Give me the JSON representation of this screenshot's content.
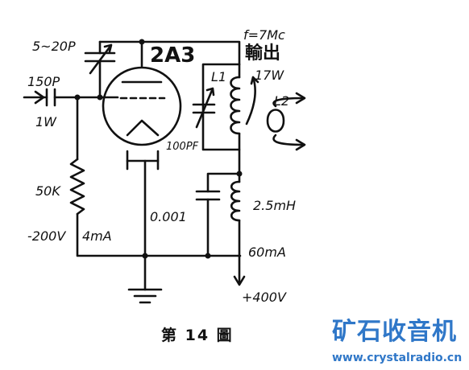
{
  "labels": {
    "grid_trimmer_cap": "5~20P",
    "tube_type": "2A3",
    "frequency": "f=7Mc",
    "output_label": "輸出",
    "output_power": "17W",
    "coupling_cap": "150P",
    "input_power": "1W",
    "coil_l1": "L1",
    "coil_l2": "L2",
    "tank_cap": "100PF",
    "grid_resistor": "50K",
    "bypass_cap": "0.001",
    "rf_choke": "2.5mH",
    "bias_voltage": "-200V",
    "grid_current": "4mA",
    "plate_current": "60mA",
    "plate_voltage": "+400V",
    "figure_caption": "第 14 圖"
  },
  "watermark": {
    "brand": "矿石收音机",
    "url": "www.crystalradio.cn",
    "color": "#2f77c8"
  }
}
